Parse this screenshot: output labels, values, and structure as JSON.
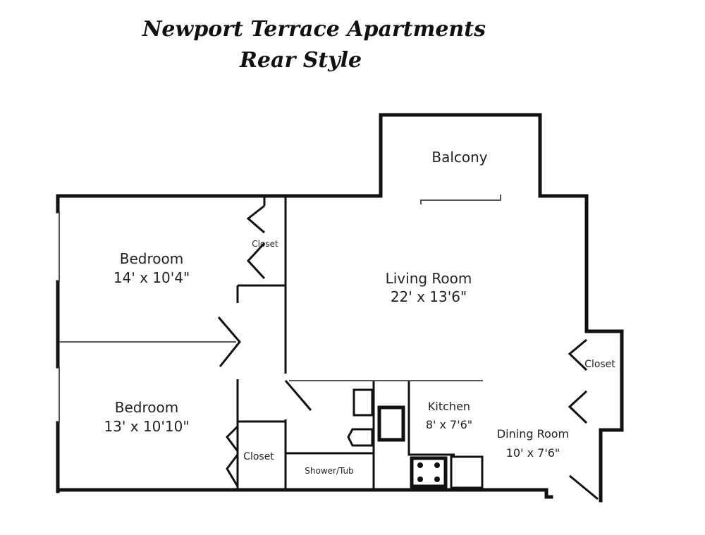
{
  "title": {
    "line1": "Newport Terrace Apartments",
    "line2": "Rear Style"
  },
  "rooms": {
    "balcony": {
      "name": "Balcony"
    },
    "living": {
      "name": "Living Room",
      "size": "22' x 13'6\""
    },
    "bedroom1": {
      "name": "Bedroom",
      "size": "14' x 10'4\""
    },
    "bedroom2": {
      "name": "Bedroom",
      "size": "13' x 10'10\""
    },
    "closet_top": {
      "name": "Closet"
    },
    "closet_bottom": {
      "name": "Closet"
    },
    "closet_right": {
      "name": "Closet"
    },
    "kitchen": {
      "name": "Kitchen",
      "size": "8' x 7'6\""
    },
    "dining": {
      "name": "Dining Room",
      "size": "10' x 7'6\""
    },
    "shower": {
      "name": "Shower/Tub"
    }
  }
}
